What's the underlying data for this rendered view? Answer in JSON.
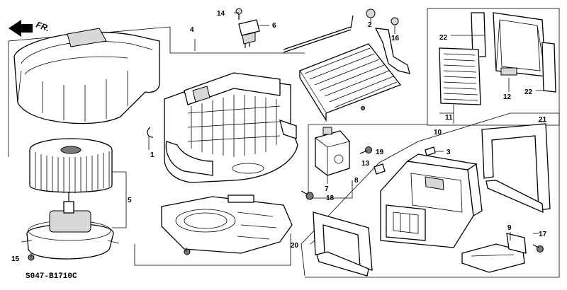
{
  "direction_label": "FR.",
  "diagram_code": "S047-B1710C",
  "callouts": {
    "c1": "1",
    "c2": "2",
    "c3": "3",
    "c4": "4",
    "c5": "5",
    "c6": "6",
    "c7": "7",
    "c8": "8",
    "c9": "9",
    "c10": "10",
    "c11": "11",
    "c12": "12",
    "c13": "13",
    "c14": "14",
    "c15": "15",
    "c16": "16",
    "c17": "17",
    "c18": "18",
    "c19": "19",
    "c20": "20",
    "c21": "21",
    "c22a": "22",
    "c22b": "22"
  }
}
